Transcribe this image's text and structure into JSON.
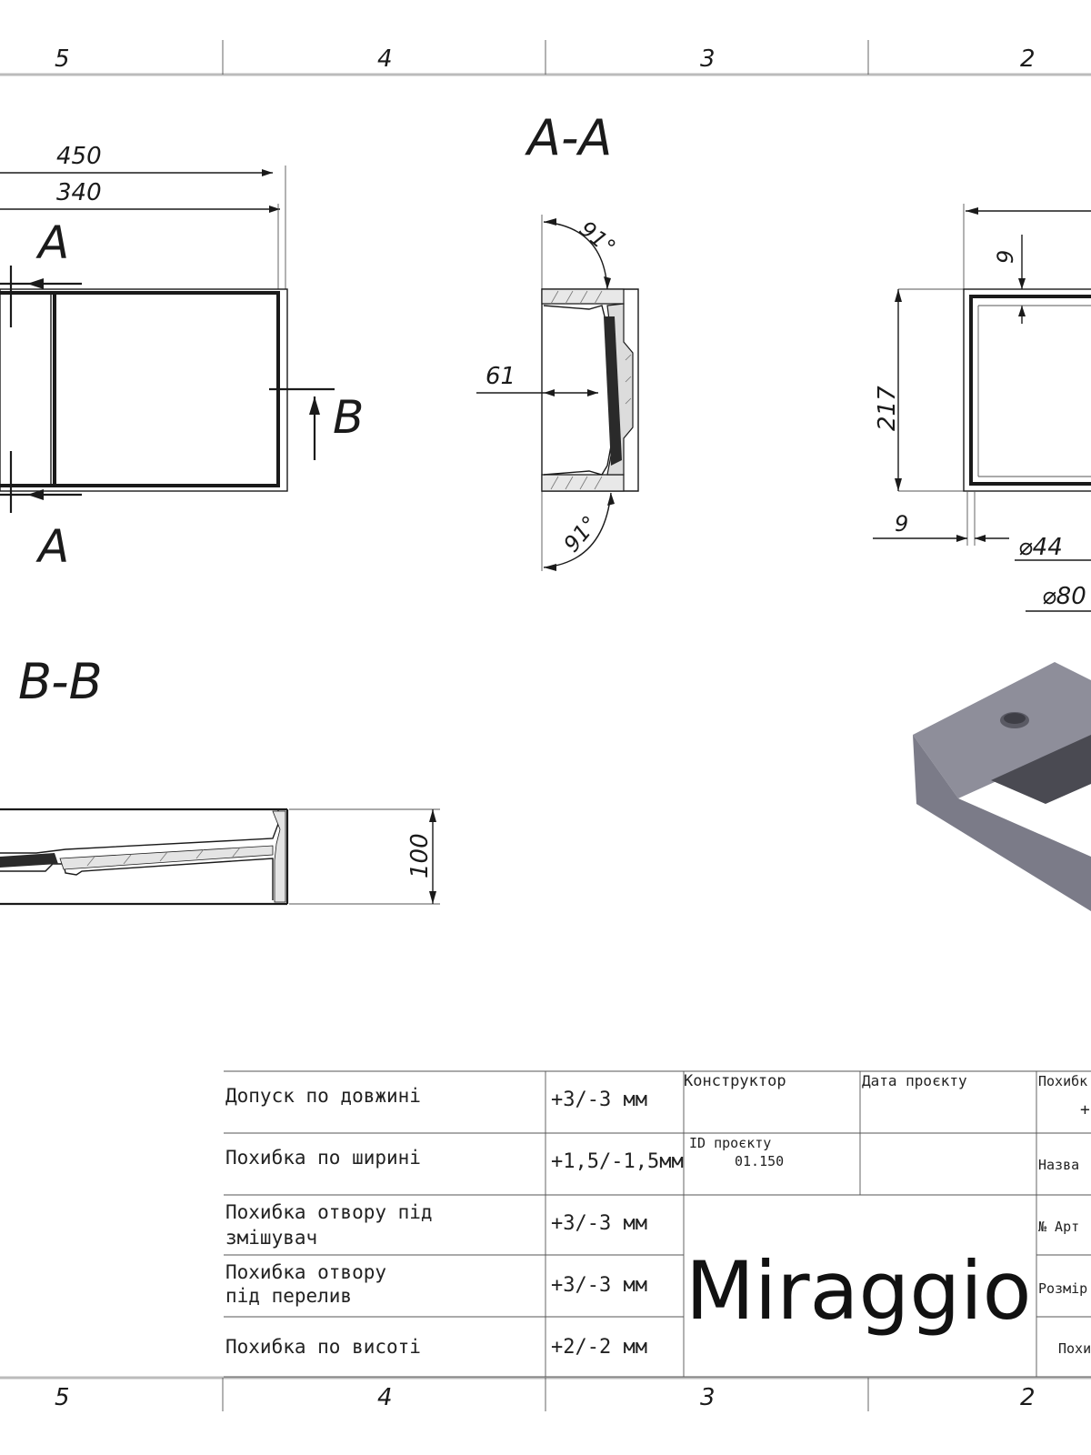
{
  "frame": {
    "columns": [
      "5",
      "4",
      "3",
      "2"
    ]
  },
  "view_top": {
    "dim_overall": "450",
    "dim_inner": "340",
    "section_a_top": "A",
    "section_a_bottom": "A",
    "section_b": "B"
  },
  "section_aa": {
    "title": "A-A",
    "angle_top": "91°",
    "angle_bottom": "91°",
    "dim_depth": "61"
  },
  "view_side": {
    "dim_wall_top": "9",
    "dim_height": "217",
    "dim_wall_bottom": "9",
    "dim_hole_small": "⌀44",
    "dim_hole_large": "⌀80"
  },
  "section_bb": {
    "title": "B-B",
    "dim_height": "100"
  },
  "iso_view": {
    "body_color": "#8e8e9a",
    "slot_color": "#4a4a52"
  },
  "title_block": {
    "tolerances": [
      {
        "label_1": "Допуск по довжині",
        "label_2": "",
        "value": "+3/-3 мм"
      },
      {
        "label_1": "Похибка по ширині",
        "label_2": "",
        "value": "+1,5/-1,5мм"
      },
      {
        "label_1": "Похибка отвору під",
        "label_2": "змішувач",
        "value": "+3/-3 мм"
      },
      {
        "label_1": "Похибка отвору",
        "label_2": "під перелив",
        "value": "+3/-3 мм"
      },
      {
        "label_1": "Похибка по висоті",
        "label_2": "",
        "value": "+2/-2 мм"
      }
    ],
    "designer_label": "Конструктор",
    "project_date_label": "Дата проєкту",
    "project_id_label": "ID проєкту",
    "project_id": "01.150",
    "brand": "Miraggio",
    "right_col": {
      "error_label": "Похибк",
      "error_value": "+",
      "name_label": "Назва",
      "article_label": "№ Арт",
      "size_label": "Розмір",
      "bottom_label": "Похи"
    }
  }
}
